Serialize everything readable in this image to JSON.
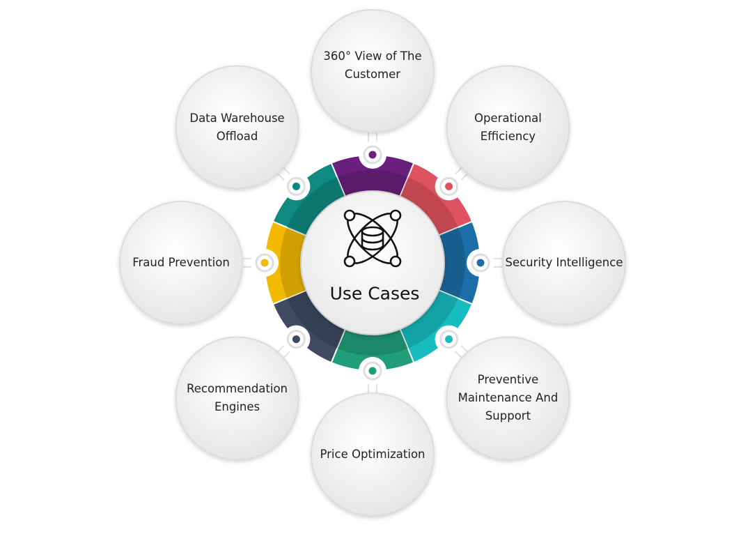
{
  "center": {
    "title": "Use Cases",
    "icon": "atom-database-icon"
  },
  "use_cases": [
    {
      "label": "360° View of The Customer",
      "color": "#6a1f7c"
    },
    {
      "label": "Operational Efficiency",
      "color": "#e0525f"
    },
    {
      "label": "Security Intelligence",
      "color": "#1c6ea6"
    },
    {
      "label": "Preventive Maintenance And Support",
      "color": "#17bcc0"
    },
    {
      "label": "Price Optimization",
      "color": "#1f9e78"
    },
    {
      "label": "Recommendation Engines",
      "color": "#3e4a62"
    },
    {
      "label": "Fraud Prevention",
      "color": "#f3b800"
    },
    {
      "label": "Data Warehouse Offload",
      "color": "#0f8a82"
    }
  ]
}
